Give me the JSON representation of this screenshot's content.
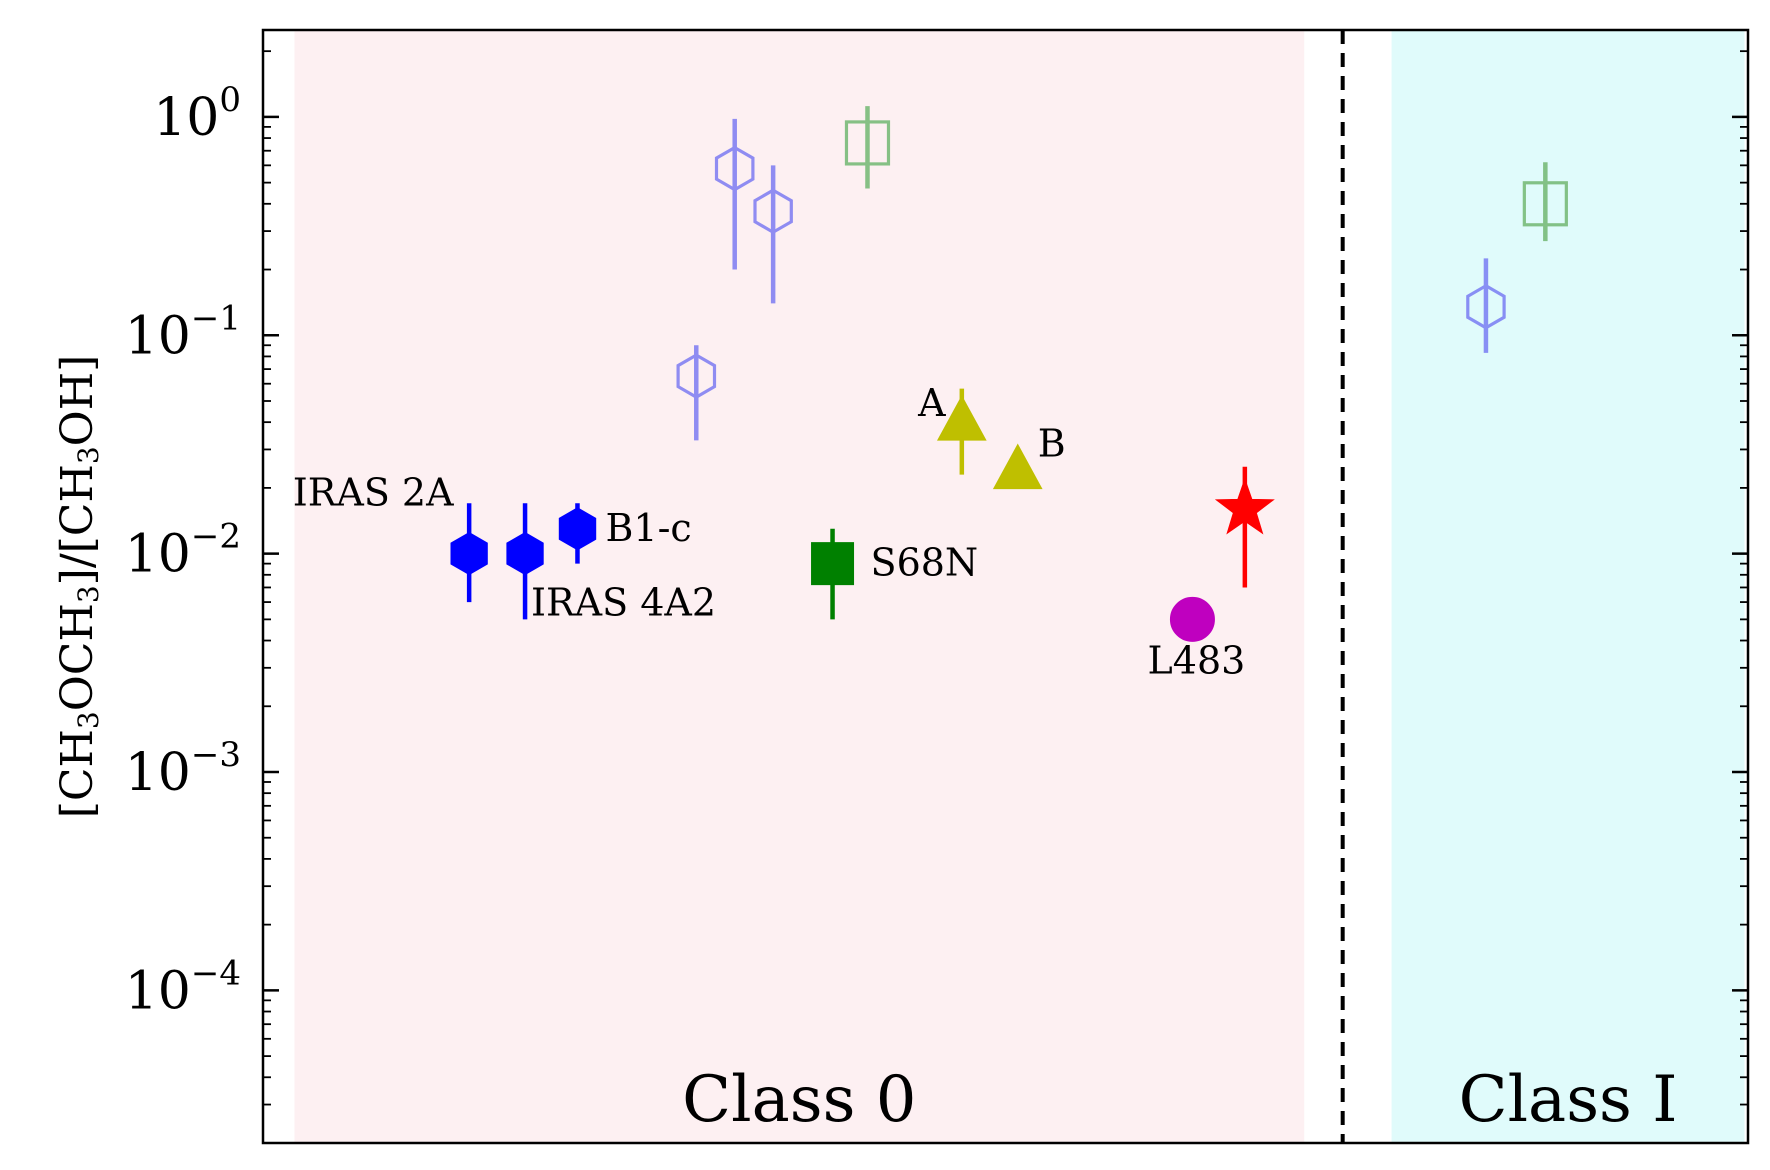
{
  "chart_data": {
    "type": "scatter",
    "title": "",
    "ylabel": "[CH3OCH3]/[CH3OH]",
    "xlabel": "",
    "yscale": "log",
    "ylim": [
      2e-05,
      2.5
    ],
    "yticks": [
      {
        "value": 1,
        "base": "10",
        "exp": "0"
      },
      {
        "value": 0.1,
        "base": "10",
        "exp": "−1"
      },
      {
        "value": 0.01,
        "base": "10",
        "exp": "−2"
      },
      {
        "value": 0.001,
        "base": "10",
        "exp": "−3"
      },
      {
        "value": 0.0001,
        "base": "10",
        "exp": "−4"
      }
    ],
    "xlim": [
      0,
      42.5
    ],
    "xticks_visible": false,
    "grid": false,
    "regions": [
      {
        "label": "Class 0",
        "x0": 0.9,
        "x1": 29.8,
        "color": "#fdf0f2"
      },
      {
        "label": "Class I",
        "x0": 32.3,
        "x1": 42.4,
        "color": "#e0fbfb"
      }
    ],
    "divider_x": 30.9,
    "points": [
      {
        "x": 5.9,
        "y": 0.01,
        "ylo": 0.006,
        "yhi": 0.017,
        "marker": "hexagon",
        "filled": true,
        "color": "#0000ff",
        "alpha": 1.0,
        "label": "IRAS 2A"
      },
      {
        "x": 7.5,
        "y": 0.01,
        "ylo": 0.005,
        "yhi": 0.017,
        "marker": "hexagon",
        "filled": true,
        "color": "#0000ff",
        "alpha": 1.0,
        "label": "IRAS 4A2"
      },
      {
        "x": 9.0,
        "y": 0.013,
        "ylo": 0.009,
        "yhi": 0.017,
        "marker": "hexagon",
        "filled": true,
        "color": "#0000ff",
        "alpha": 1.0,
        "label": "B1-c"
      },
      {
        "x": 12.4,
        "y": 0.065,
        "ylo": 0.033,
        "yhi": 0.09,
        "marker": "hexagon",
        "filled": false,
        "color": "#6b6bf2",
        "alpha": 0.75,
        "label": ""
      },
      {
        "x": 13.5,
        "y": 0.58,
        "ylo": 0.2,
        "yhi": 0.98,
        "marker": "hexagon",
        "filled": false,
        "color": "#6b6bf2",
        "alpha": 0.75,
        "label": ""
      },
      {
        "x": 14.6,
        "y": 0.37,
        "ylo": 0.14,
        "yhi": 0.6,
        "marker": "hexagon",
        "filled": false,
        "color": "#6b6bf2",
        "alpha": 0.75,
        "label": ""
      },
      {
        "x": 16.3,
        "y": 0.009,
        "ylo": 0.005,
        "yhi": 0.013,
        "marker": "square",
        "filled": true,
        "color": "#008000",
        "alpha": 1.0,
        "label": "S68N"
      },
      {
        "x": 17.3,
        "y": 0.76,
        "ylo": 0.47,
        "yhi": 1.12,
        "marker": "square",
        "filled": false,
        "color": "#72b872",
        "alpha": 0.85,
        "label": ""
      },
      {
        "x": 20.0,
        "y": 0.04,
        "ylo": 0.023,
        "yhi": 0.057,
        "marker": "triangle",
        "filled": true,
        "color": "#bfbf00",
        "alpha": 1.0,
        "label": "A"
      },
      {
        "x": 21.6,
        "y": 0.024,
        "ylo": null,
        "yhi": null,
        "marker": "triangle",
        "filled": true,
        "color": "#bfbf00",
        "alpha": 1.0,
        "label": "B"
      },
      {
        "x": 26.6,
        "y": 0.005,
        "ylo": null,
        "yhi": null,
        "marker": "circle",
        "filled": true,
        "color": "#bf00bf",
        "alpha": 1.0,
        "label": "L483"
      },
      {
        "x": 28.1,
        "y": 0.016,
        "ylo": 0.007,
        "yhi": 0.025,
        "marker": "star",
        "filled": true,
        "color": "#ff0000",
        "alpha": 1.0,
        "label": ""
      },
      {
        "x": 35.0,
        "y": 0.135,
        "ylo": 0.083,
        "yhi": 0.225,
        "marker": "hexagon",
        "filled": false,
        "color": "#6b6bf2",
        "alpha": 0.75,
        "label": ""
      },
      {
        "x": 36.7,
        "y": 0.4,
        "ylo": 0.27,
        "yhi": 0.62,
        "marker": "square",
        "filled": false,
        "color": "#72b872",
        "alpha": 0.85,
        "label": ""
      }
    ]
  }
}
